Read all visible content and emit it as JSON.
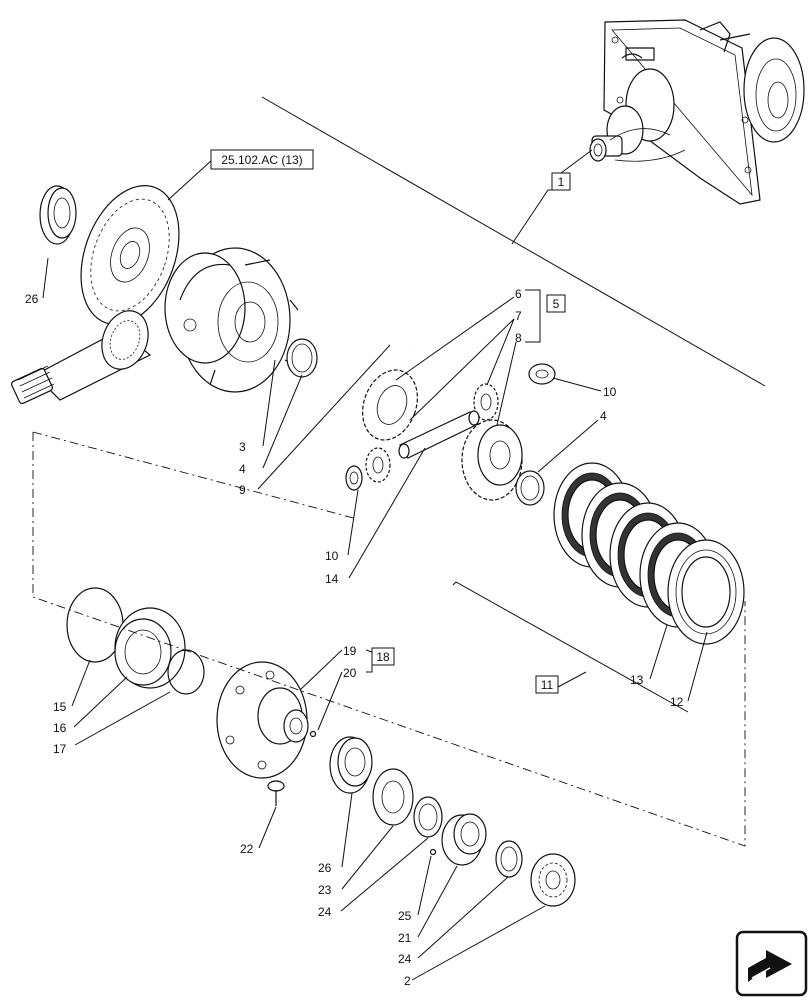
{
  "callouts": {
    "ref_main": "25.102.AC (13)",
    "box_1": "1",
    "box_5": "5",
    "box_11": "11",
    "box_18": "18",
    "n26a": "26",
    "n3": "3",
    "n4a": "4",
    "n9": "9",
    "n6": "6",
    "n7": "7",
    "n8": "8",
    "n10a": "10",
    "n4b": "4",
    "n10b": "10",
    "n14": "14",
    "n15": "15",
    "n16": "16",
    "n17": "17",
    "n19": "19",
    "n20": "20",
    "n13": "13",
    "n12": "12",
    "n22": "22",
    "n26b": "26",
    "n23": "23",
    "n24a": "24",
    "n25": "25",
    "n21": "21",
    "n24b": "24",
    "n2": "2"
  },
  "icons": {
    "corner": "next-page-arrow-icon"
  }
}
